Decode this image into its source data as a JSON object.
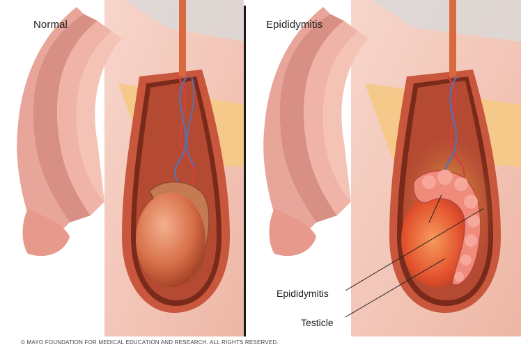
{
  "panels": {
    "left": {
      "title": "Normal"
    },
    "right": {
      "title": "Epididymitis"
    }
  },
  "labels": {
    "epididymitis": "Epididymitis",
    "testicle": "Testicle"
  },
  "copyright": "© MAYO FOUNDATION FOR MEDICAL EDUCATION AND RESEARCH. ALL RIGHTS RESERVED.",
  "colors": {
    "skin": "#f2c3b4",
    "penis_tissue": "#e8a59a",
    "fat": "#f5c98a",
    "scrotum_wall": "#c9573d",
    "testicle": "#d9714e",
    "inflamed": "#f4d24a",
    "vas_deferens": "#d9693f",
    "vessel_red": "#d2423a",
    "vessel_blue": "#5b6fae"
  }
}
